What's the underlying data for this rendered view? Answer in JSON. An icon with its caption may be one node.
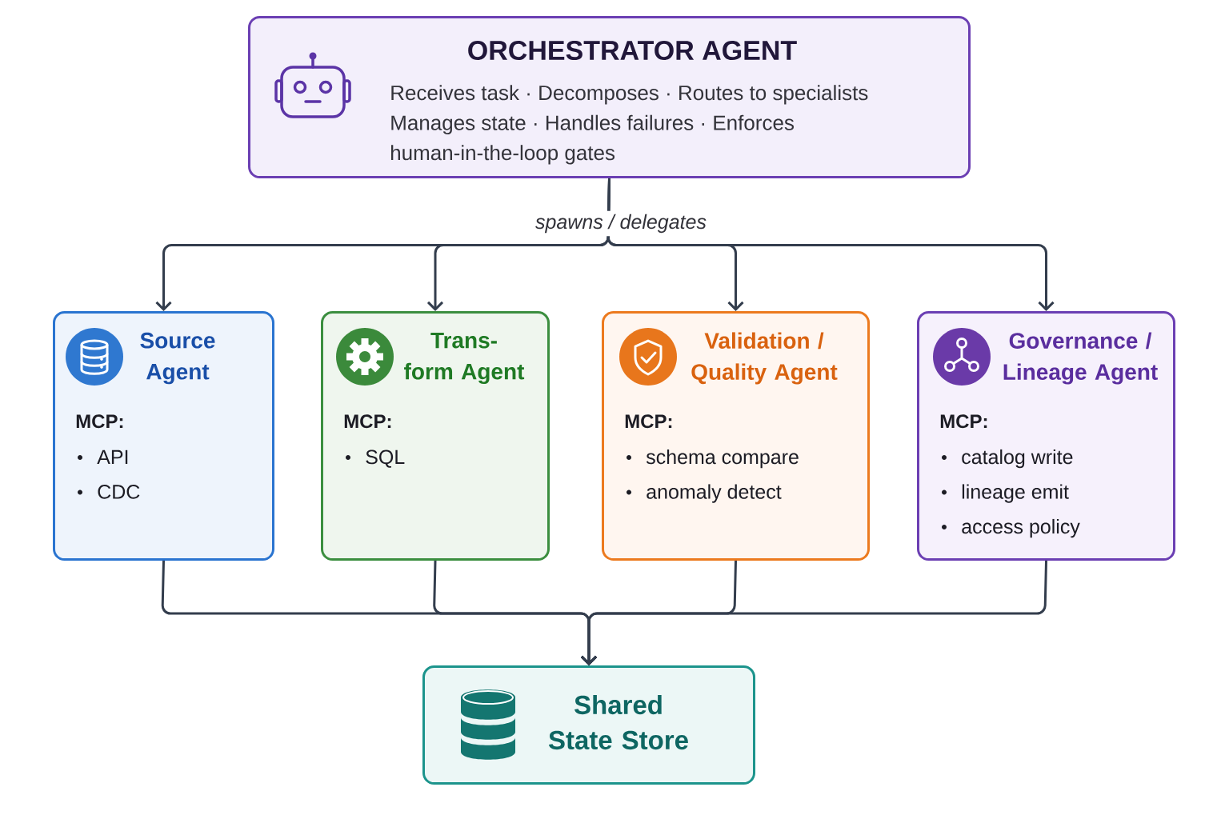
{
  "diagram": {
    "nodes": [
      {
        "text": [
          "ORCHESTRATOR AGENT",
          "Receives task · Decomposes · Routes to specialists Manages state · Handles failures · Enforces human-in-the-loop gates"
        ]
      },
      {
        "text": [
          "Source Agent",
          "MCP:",
          "API",
          "CDC"
        ]
      },
      {
        "text": [
          "Trans- form Agent",
          "MCP:",
          "SQL"
        ]
      },
      {
        "text": [
          "Validation / Quality Agent",
          "MCP:",
          "schema compare",
          "anomaly detect"
        ]
      },
      {
        "text": [
          "Governance / Lineage Agent",
          "MCP:",
          "catalog write",
          "lineage emit",
          "access policy"
        ]
      },
      {
        "text": [
          "Shared State Store"
        ]
      }
    ],
    "edges": [
      {
        "from": 0,
        "to": 1,
        "arrow": "to",
        "label": "spawns / delegates"
      },
      {
        "from": 0,
        "to": 2,
        "arrow": "to"
      },
      {
        "from": 0,
        "to": 3,
        "arrow": "to"
      },
      {
        "from": 0,
        "to": 4,
        "arrow": "to"
      },
      {
        "from": 1,
        "to": 5,
        "arrow": "to"
      },
      {
        "from": 2,
        "to": 5,
        "arrow": "to"
      },
      {
        "from": 3,
        "to": 5,
        "arrow": "to"
      },
      {
        "from": 4,
        "to": 5,
        "arrow": "to"
      }
    ]
  }
}
